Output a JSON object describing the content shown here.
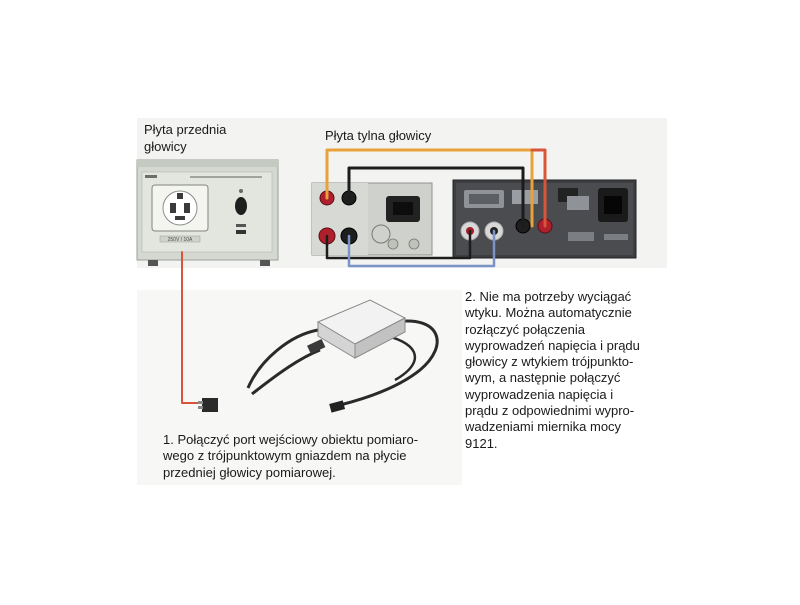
{
  "labels": {
    "front_panel_title": [
      "Płyta przednia",
      "głowicy"
    ],
    "rear_panel_title": "Płyta tylna głowicy"
  },
  "notes": {
    "note2": [
      "2. Nie ma potrzeby wyciągać",
      "wtyku. Można automatycznie",
      "rozłączyć połączenia",
      "wyprowadzeń napięcia i prądu",
      "głowicy z wtykiem trójpunkto-",
      "wym, a następnie połączyć",
      "wyprowadzenia napięcia i",
      "prądu z odpowiednimi wypro-",
      "wadzeniami miernika mocy",
      "9121."
    ],
    "note1": [
      "1. Połączyć port wejściowy obiektu pomiaro-",
      "wego z trójpunktowym gniazdem na płycie",
      "przedniej głowicy pomiarowej."
    ]
  },
  "device_marks": {
    "front_rating": "250V / 10A"
  },
  "colors": {
    "wire_red": "#d9553a",
    "wire_orange": "#e8a23c",
    "wire_black": "#1c1c1c",
    "wire_blue": "#7b93c7",
    "panel_gray": "#d9ddd6",
    "rear_dark": "#3d3f42",
    "adapter_white": "#ececec"
  }
}
